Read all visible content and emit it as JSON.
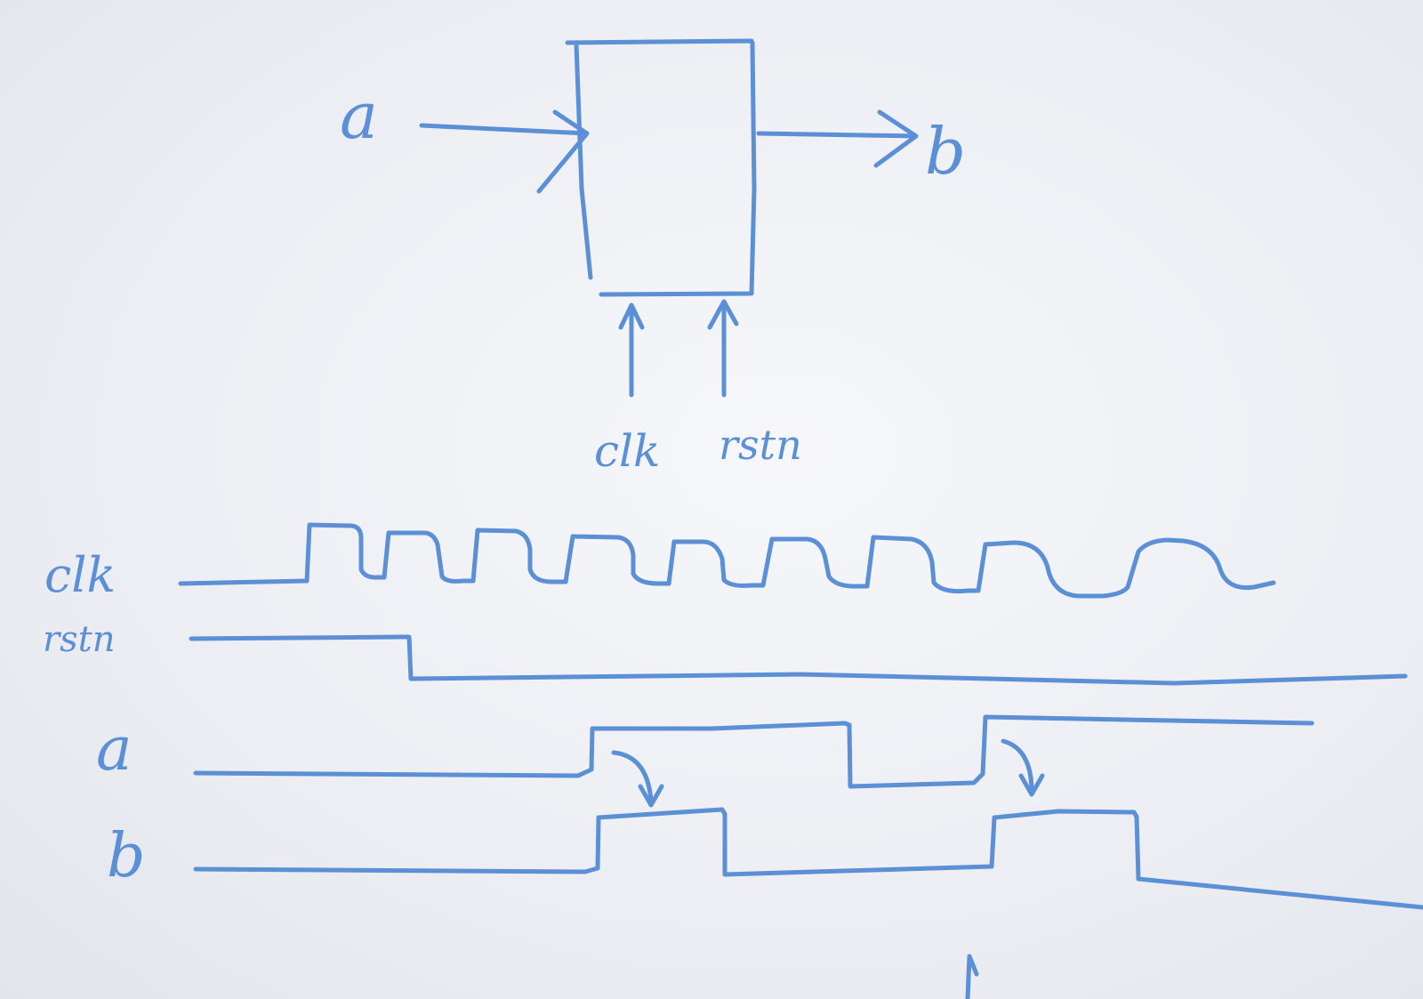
{
  "block_diagram": {
    "input_label": "a",
    "output_label": "b",
    "clock_label": "clk",
    "reset_label": "rstn"
  },
  "waveforms": {
    "signals": [
      {
        "label": "clk"
      },
      {
        "label": "rstn"
      },
      {
        "label": "a"
      },
      {
        "label": "b"
      }
    ]
  },
  "colors": {
    "ink": "#5b8fd6",
    "board": "#eef0f4"
  }
}
